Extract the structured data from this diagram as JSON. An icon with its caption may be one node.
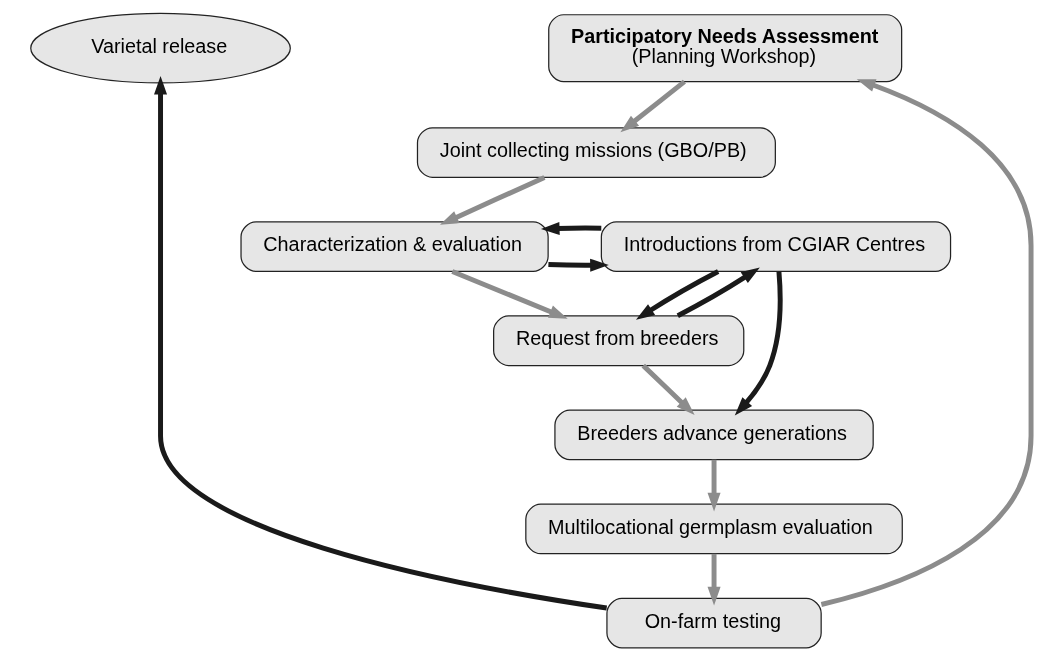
{
  "diagram": {
    "nodes": [
      {
        "text": [
          "Varietal release"
        ]
      },
      {
        "text": [
          "Participatory Needs Assessment",
          "(Planning Workshop)"
        ]
      },
      {
        "text": [
          "Joint collecting missions (GBO/PB)"
        ]
      },
      {
        "text": [
          "Characterization & evaluation"
        ]
      },
      {
        "text": [
          "Request from breeders"
        ]
      },
      {
        "text": [
          "Breeders advance generations"
        ]
      },
      {
        "text": [
          "Multilocational germplasm evaluation"
        ]
      },
      {
        "text": [
          "On-farm testing"
        ]
      },
      {
        "text": [
          "Introductions from CGIAR Centres"
        ]
      }
    ],
    "edges": [
      {
        "from": 7,
        "to": 1,
        "arrow": "to"
      },
      {
        "from": 1,
        "to": 2,
        "arrow": "to"
      },
      {
        "from": 2,
        "to": 3,
        "arrow": "to"
      },
      {
        "from": 3,
        "to": 4,
        "arrow": "to"
      },
      {
        "from": 4,
        "to": 5,
        "arrow": "to"
      },
      {
        "from": 5,
        "to": 6,
        "arrow": "to"
      },
      {
        "from": 6,
        "to": 7,
        "arrow": "to"
      },
      {
        "from": 7,
        "to": 0,
        "arrow": "to",
        "color": "#1a1a1a"
      },
      {
        "from": 3,
        "to": 8,
        "arrow": "to",
        "color": "#1a1a1a"
      },
      {
        "from": 8,
        "to": 3,
        "arrow": "to",
        "color": "#1a1a1a"
      },
      {
        "from": 8,
        "to": 4,
        "arrow": "to",
        "color": "#1a1a1a"
      },
      {
        "from": 4,
        "to": 8,
        "arrow": "to",
        "color": "#1a1a1a"
      },
      {
        "from": 8,
        "to": 5,
        "arrow": "to",
        "color": "#1a1a1a"
      }
    ]
  }
}
